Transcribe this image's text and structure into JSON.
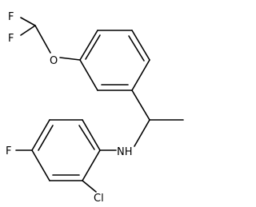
{
  "structure": {
    "atoms": {
      "f1": "F",
      "f2": "F",
      "o": "O",
      "nh": "NH",
      "f3": "F",
      "cl": "Cl"
    }
  }
}
